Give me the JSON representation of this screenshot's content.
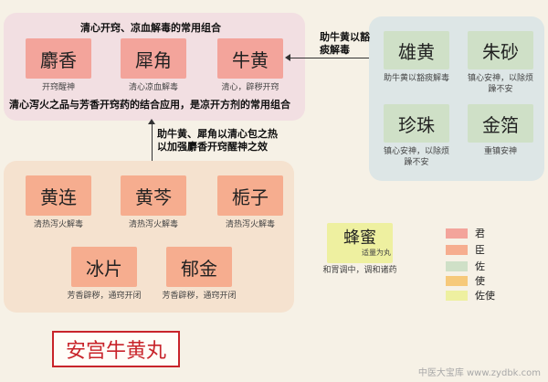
{
  "panel_top": {
    "heading": "清心开窍、凉血解毒的常用组合",
    "items": [
      {
        "name": "麝香",
        "desc": "开窍醒神"
      },
      {
        "name": "犀角",
        "desc": "清心凉血解毒"
      },
      {
        "name": "牛黄",
        "desc": "清心，辟秽开窍"
      }
    ],
    "footer": "清心泻火之品与芳香开窍药的结合应用，是凉开方剂的常用组合"
  },
  "panel_right": {
    "items": [
      {
        "name": "雄黄",
        "desc": "助牛黄以豁痰解毒"
      },
      {
        "name": "朱砂",
        "desc": "镇心安神，以除烦躁不安"
      },
      {
        "name": "珍珠",
        "desc": "镇心安神，以除烦躁不安"
      },
      {
        "name": "金箔",
        "desc": "重镇安神"
      }
    ]
  },
  "arrow_right_note": "助牛黄以豁痰解毒",
  "arrow_up_note": "助牛黄、犀角以清心包之热以加强麝香开窍醒神之效",
  "panel_bottom": {
    "items": [
      {
        "name": "黄连",
        "desc": "清热泻火解毒"
      },
      {
        "name": "黄芩",
        "desc": "清热泻火解毒"
      },
      {
        "name": "栀子",
        "desc": "清热泻火解毒"
      },
      {
        "name": "冰片",
        "desc": "芳香辟秽，通窍开闭"
      },
      {
        "name": "郁金",
        "desc": "芳香辟秽，通窍开闭"
      }
    ]
  },
  "shi": {
    "name": "蜂蜜",
    "tag": "适量为丸",
    "desc": "和胃调中，调和诸药"
  },
  "legend": [
    {
      "label": "君",
      "color": "#f3a49b"
    },
    {
      "label": "臣",
      "color": "#f6ad8f"
    },
    {
      "label": "佐",
      "color": "#cfe0c7"
    },
    {
      "label": "使",
      "color": "#f6c97a"
    },
    {
      "label": "佐使",
      "color": "#eef0a0"
    }
  ],
  "formula_title": "安宫牛黄丸",
  "watermark": "中医大宝库 www.zydbk.com"
}
